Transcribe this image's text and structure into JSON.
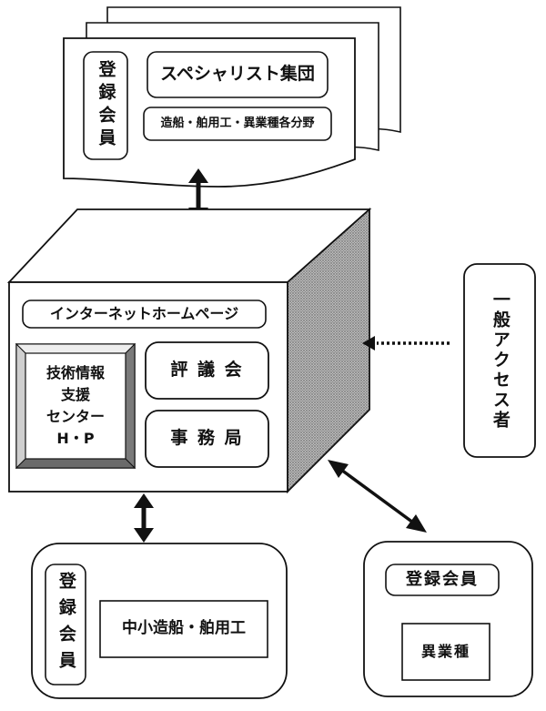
{
  "top_card": {
    "side_label": "登録会員",
    "title": "スペシャリスト集団",
    "subtitle": "造船・舶用工・異業種各分野"
  },
  "center_cube": {
    "homepage_label": "インターネットホームページ",
    "center_button": "技術情報\n支援\nセンター\nH・P",
    "council": "評 議 会",
    "secretariat": "事 務 局"
  },
  "general_access": "一般アクセス者",
  "bottom_left": {
    "side_label": "登録会員",
    "box_label": "中小造船・舶用工"
  },
  "bottom_right": {
    "title": "登録会員",
    "box_label": "異業種"
  }
}
